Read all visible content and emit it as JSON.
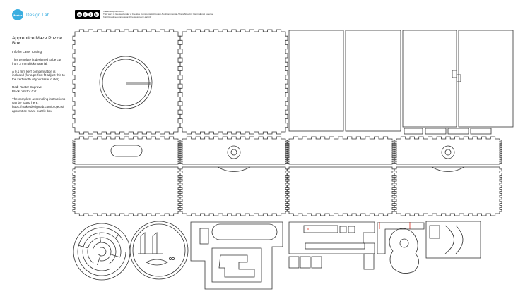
{
  "brand": {
    "badge": "iMaker",
    "name": "Design Lab"
  },
  "license": {
    "badge_icons": [
      "cc",
      "by",
      "nc",
      "sa"
    ],
    "site": "makerdesignlab.com",
    "statement": "This work is licensed under a Creative Commons Attribution-NonCommercial-ShareAlike 4.0 International License",
    "url": "http://creativecommons.org/licenses/by-nc-sa/4.0/"
  },
  "info": {
    "title": "Apprentice Maze Puzzle Box",
    "subtitle": "Info for Laser Cutting:",
    "material": "This template is designed to be cut\nfrom 3 mm thick material.",
    "kerf": "A 0.1 mm kerf compensation is\nincluded (for a perfect fit adjust this to\nthe kerf width of your laser cutter).",
    "legend": "Red: Raster Engrave\nBlack: Vector Cut",
    "instructions": "The complete assembling instructions\ncan be found here:\nhttps://makerdesignlab.com/projects/\napprentice-maze-puzzle-box"
  },
  "colors": {
    "cut_line": "#333333",
    "engrave": "#e03020",
    "brand": "#3aaee0"
  },
  "parts": {
    "lid_panel_with_dial": "lid-panel-dial",
    "lid_panel_plain": "lid-panel-plain",
    "tall_panels": [
      "side-panel-a",
      "side-panel-b",
      "door-panel-left",
      "door-panel-right"
    ],
    "strips": 4,
    "upper_band_features": [
      "slot",
      "knob-hole",
      "none",
      "knob-hole"
    ],
    "lower_panels": 4,
    "discs": [
      "maze-disc",
      "face-disc"
    ]
  }
}
